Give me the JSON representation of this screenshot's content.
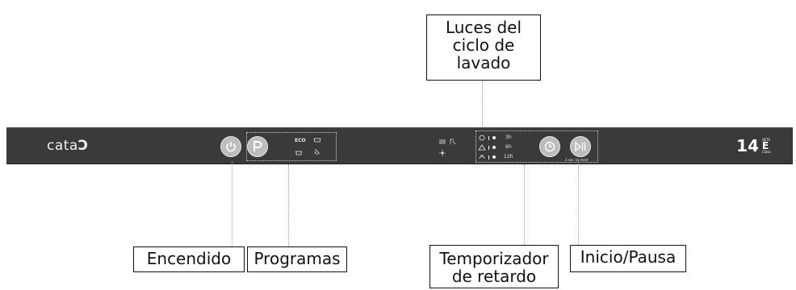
{
  "callouts": {
    "wash_lights": "Luces del\nciclo de\nlavado",
    "power": "Encendido",
    "programs": "Programas",
    "delay_timer": "Temporizador\nde retardo",
    "start_pause": "Inicio/Pausa"
  },
  "panel": {
    "brand": "cata",
    "program_eco": "ECO",
    "delay_hours": [
      "3h",
      "6h",
      "12h"
    ],
    "start_hint": "3 sec. to reset",
    "capacity": "14",
    "energy_sets": "SETS",
    "energy_class": "E",
    "energy_class_label": "Class"
  },
  "colors": {
    "panel": "#3a3a3a",
    "button": "#bdbdbd",
    "text_light": "#f2f2f2"
  }
}
